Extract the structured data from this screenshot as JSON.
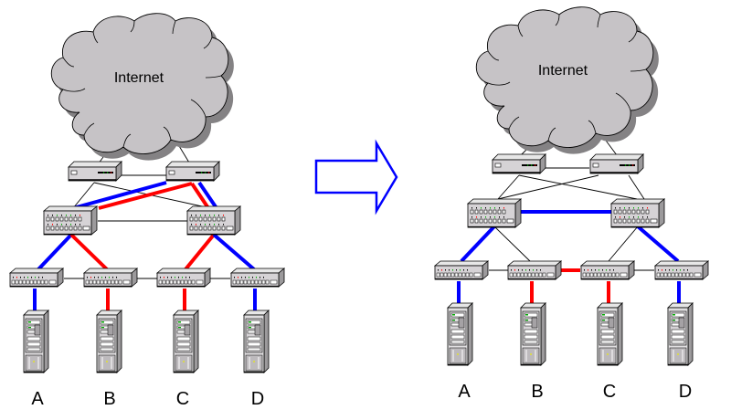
{
  "colors": {
    "primary_path": "#0000ff",
    "secondary_path": "#ff0000",
    "plain_link": "#000000",
    "cloud_fill": "#c6c3c6",
    "cloud_shadow": "#848284",
    "device_body": "#d6d3d6",
    "arrow": "#0000ff"
  },
  "transition_arrow": {
    "icon": "right-arrow-outline",
    "meaning": "before-to-after"
  },
  "diagrams": [
    {
      "id": "before",
      "cloud_label": "Internet",
      "routers": [
        "router-1",
        "router-2"
      ],
      "core_switches": [
        "core-switch-1",
        "core-switch-2"
      ],
      "access_switches": [
        "access-switch-A",
        "access-switch-B",
        "access-switch-C",
        "access-switch-D"
      ],
      "hosts": [
        {
          "label": "A",
          "uplink": "blue"
        },
        {
          "label": "B",
          "uplink": "red"
        },
        {
          "label": "C",
          "uplink": "red"
        },
        {
          "label": "D",
          "uplink": "blue"
        }
      ],
      "links": [
        {
          "from": "cloud",
          "to": "router-1",
          "style": "plain"
        },
        {
          "from": "cloud",
          "to": "router-2",
          "style": "plain"
        },
        {
          "from": "router-1",
          "to": "router-2",
          "style": "plain"
        },
        {
          "from": "router-1",
          "to": "core-switch-1",
          "style": "plain"
        },
        {
          "from": "router-1",
          "to": "core-switch-2",
          "style": "plain"
        },
        {
          "from": "router-2",
          "to": "core-switch-1",
          "style": "blue"
        },
        {
          "from": "router-2",
          "to": "core-switch-1",
          "style": "red"
        },
        {
          "from": "router-2",
          "to": "core-switch-2",
          "style": "red"
        },
        {
          "from": "router-2",
          "to": "core-switch-2",
          "style": "blue"
        },
        {
          "from": "core-switch-1",
          "to": "core-switch-2",
          "style": "plain"
        },
        {
          "from": "core-switch-1",
          "to": "access-switch-A",
          "style": "blue"
        },
        {
          "from": "core-switch-1",
          "to": "access-switch-B",
          "style": "red"
        },
        {
          "from": "core-switch-2",
          "to": "access-switch-C",
          "style": "red"
        },
        {
          "from": "core-switch-2",
          "to": "access-switch-D",
          "style": "blue"
        },
        {
          "from": "access-switch-A",
          "to": "access-switch-B",
          "style": "plain"
        },
        {
          "from": "access-switch-B",
          "to": "access-switch-C",
          "style": "plain"
        },
        {
          "from": "access-switch-C",
          "to": "access-switch-D",
          "style": "plain"
        }
      ]
    },
    {
      "id": "after",
      "cloud_label": "Internet",
      "routers": [
        "router-1",
        "router-2"
      ],
      "core_switches": [
        "core-switch-1",
        "core-switch-2"
      ],
      "access_switches": [
        "access-switch-A",
        "access-switch-B",
        "access-switch-C",
        "access-switch-D"
      ],
      "hosts": [
        {
          "label": "A",
          "uplink": "blue"
        },
        {
          "label": "B",
          "uplink": "red"
        },
        {
          "label": "C",
          "uplink": "red"
        },
        {
          "label": "D",
          "uplink": "blue"
        }
      ],
      "links": [
        {
          "from": "cloud",
          "to": "router-1",
          "style": "plain"
        },
        {
          "from": "cloud",
          "to": "router-2",
          "style": "plain"
        },
        {
          "from": "router-1",
          "to": "router-2",
          "style": "plain"
        },
        {
          "from": "router-1",
          "to": "core-switch-1",
          "style": "plain"
        },
        {
          "from": "router-1",
          "to": "core-switch-2",
          "style": "plain"
        },
        {
          "from": "router-2",
          "to": "core-switch-1",
          "style": "plain"
        },
        {
          "from": "router-2",
          "to": "core-switch-2",
          "style": "plain"
        },
        {
          "from": "core-switch-1",
          "to": "core-switch-2",
          "style": "blue"
        },
        {
          "from": "core-switch-1",
          "to": "access-switch-A",
          "style": "blue"
        },
        {
          "from": "core-switch-1",
          "to": "access-switch-B",
          "style": "plain"
        },
        {
          "from": "core-switch-2",
          "to": "access-switch-C",
          "style": "plain"
        },
        {
          "from": "core-switch-2",
          "to": "access-switch-D",
          "style": "blue"
        },
        {
          "from": "access-switch-A",
          "to": "access-switch-B",
          "style": "plain"
        },
        {
          "from": "access-switch-B",
          "to": "access-switch-C",
          "style": "red"
        },
        {
          "from": "access-switch-C",
          "to": "access-switch-D",
          "style": "plain"
        }
      ]
    }
  ]
}
